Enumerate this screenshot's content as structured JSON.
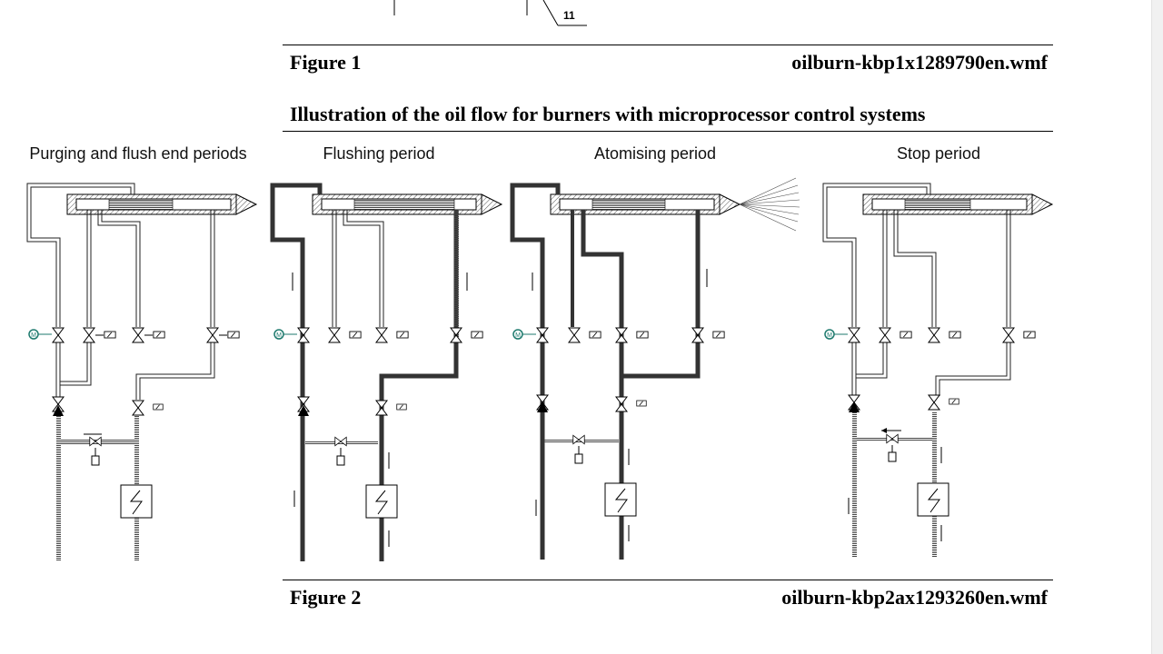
{
  "top_fragment": {
    "callout_number": "11"
  },
  "figure1": {
    "label": "Figure 1",
    "file": "oilburn-kbp1x1289790en.wmf"
  },
  "section": {
    "title": "Illustration of the oil flow for burners with microprocessor control systems"
  },
  "panels": [
    {
      "title": "Purging and flush end periods",
      "pump_symbol": "M"
    },
    {
      "title": "Flushing period",
      "pump_symbol": "M"
    },
    {
      "title": "Atomising period",
      "pump_symbol": "M"
    },
    {
      "title": "Stop period",
      "pump_symbol": "M"
    }
  ],
  "figure2": {
    "label": "Figure 2",
    "file": "oilburn-kbp2ax1293260en.wmf"
  }
}
